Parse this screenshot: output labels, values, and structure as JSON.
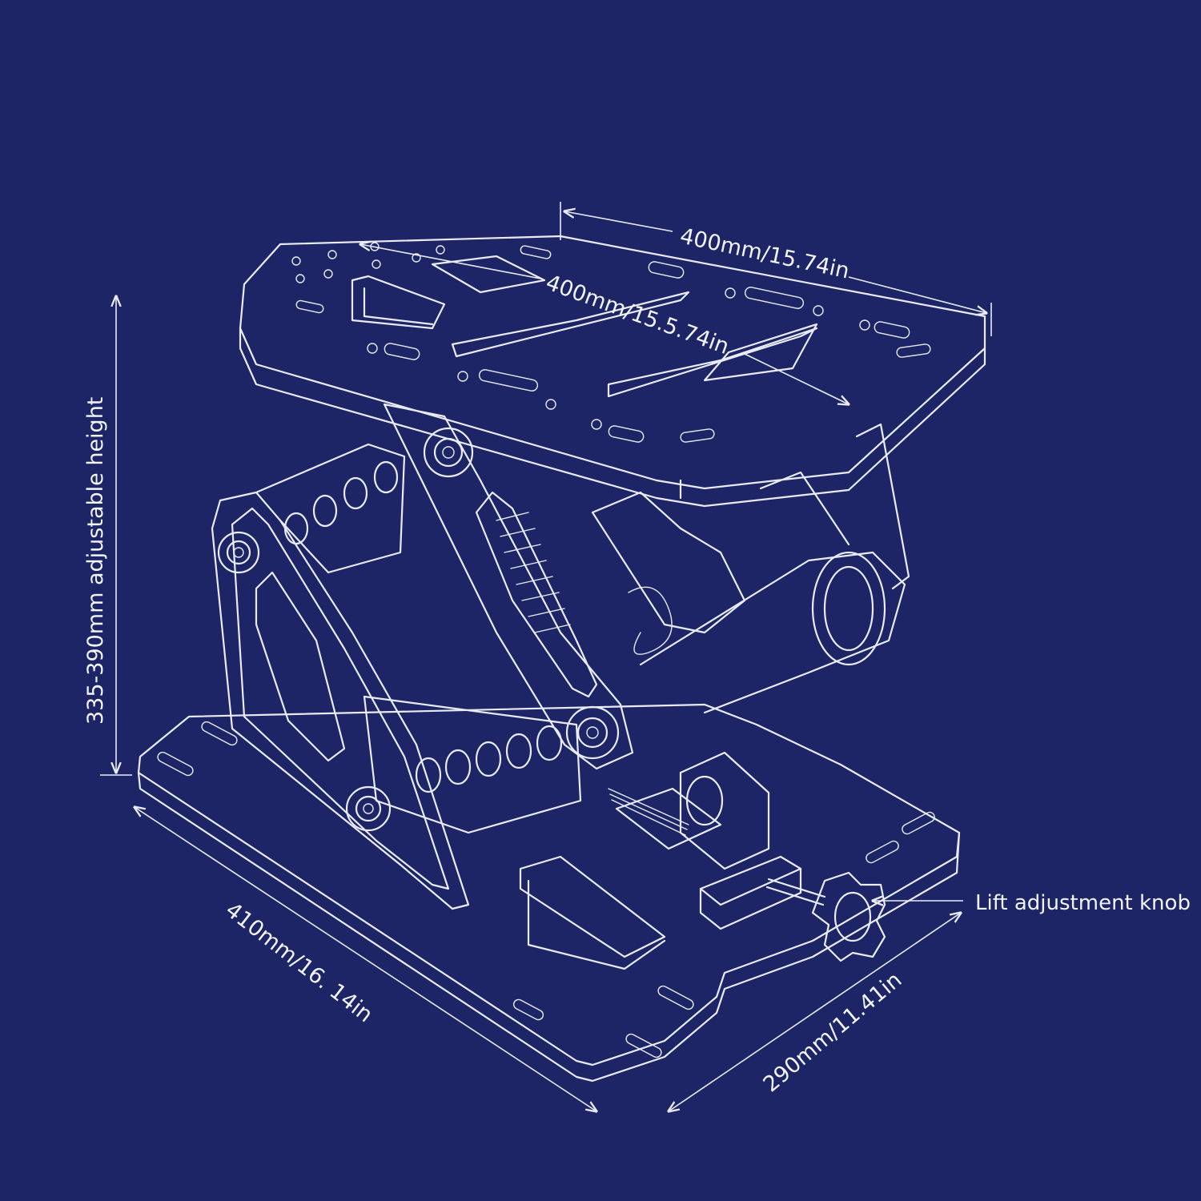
{
  "colors": {
    "background": "#1d2566",
    "line": "#e9ecf7"
  },
  "labels": {
    "top_width": "400mm/15.74in",
    "top_depth": "400mm/15.5.74in",
    "height": "335-390mm adjustable height",
    "base_length": "410mm/16. 14in",
    "base_width": "290mm/11.41in",
    "knob": "Lift adjustment knob"
  }
}
